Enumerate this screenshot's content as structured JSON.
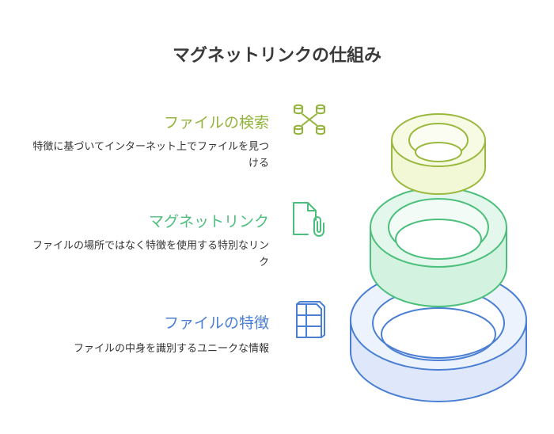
{
  "title": "マグネットリンクの仕組み",
  "colors": {
    "search": "#93b43a",
    "magnet": "#4cbf7c",
    "feature": "#4a7fd4"
  },
  "items": [
    {
      "heading": "ファイルの検索",
      "desc": "特徴に基づいてインターネット上でファイルを見つける",
      "icon": "database-network-icon"
    },
    {
      "heading": "マグネットリンク",
      "desc": "ファイルの場所ではなく特徴を使用する特別なリンク",
      "icon": "file-attachment-icon"
    },
    {
      "heading": "ファイルの特徴",
      "desc": "ファイルの中身を識別するユニークな情報",
      "icon": "file-grid-icon"
    }
  ]
}
